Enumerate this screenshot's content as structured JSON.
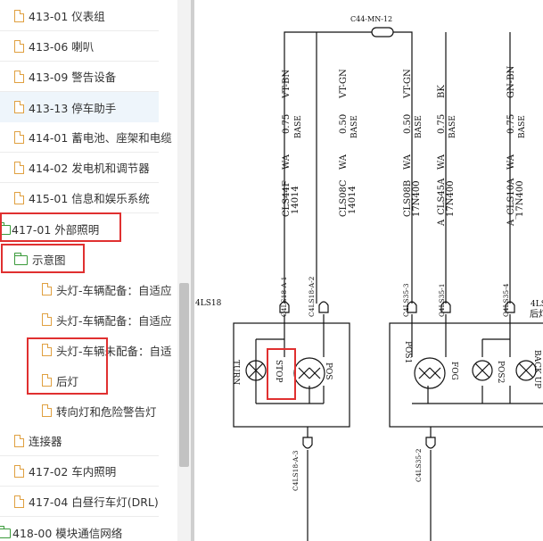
{
  "tree": {
    "items": [
      {
        "label": "413-01 仪表组"
      },
      {
        "label": "413-06 喇叭"
      },
      {
        "label": "413-09 警告设备"
      },
      {
        "label": "413-13 停车助手"
      },
      {
        "label": "414-01 蓄电池、座架和电缆"
      },
      {
        "label": "414-02 发电机和调节器"
      },
      {
        "label": "415-01 信息和娱乐系统"
      },
      {
        "label": "417-01 外部照明"
      },
      {
        "label": "示意图"
      },
      {
        "label": "头灯-车辆配备：自适应"
      },
      {
        "label": "头灯-车辆配备：自适应"
      },
      {
        "label": "头灯-车辆未配备：自适"
      },
      {
        "label": "后灯"
      },
      {
        "label": "转向灯和危险警告灯"
      },
      {
        "label": "连接器"
      },
      {
        "label": "417-02 车内照明"
      },
      {
        "label": "417-04 白昼行车灯(DRL)"
      },
      {
        "label": "418-00 模块通信网络"
      }
    ]
  },
  "diagram": {
    "connector_top": "C44-MN-12",
    "wires": [
      {
        "color": "VT-BN",
        "size": "0.75",
        "type": "WA",
        "base": "BASE",
        "circuit": "CLS44F",
        "code": "14014"
      },
      {
        "color": "VT-GN",
        "size": "0.50",
        "type": "WA",
        "base": "BASE",
        "circuit": "CLS08C",
        "code": "14014"
      },
      {
        "color": "VT-GN",
        "size": "0.50",
        "type": "WA",
        "base": "BASE",
        "circuit": "CLS08B",
        "code": "17N400"
      },
      {
        "color": "BK",
        "size": "0.75",
        "type": "WA",
        "base": "BASE",
        "circuit": "A_CLS45A",
        "code": "17N400"
      },
      {
        "color": "GN-BN",
        "size": "0.75",
        "type": "WA",
        "base": "BASE",
        "circuit": "A_CLS10A",
        "code": "17N400"
      }
    ],
    "pins": [
      "C4LS18-A-1",
      "C4LS18-A-2",
      "C4LS35-3",
      "C4LS35-1",
      "C4LS35-4",
      "C4LS18-A-3",
      "C4LS35-2"
    ],
    "left_component": "4LS18",
    "right_component": "4LS",
    "right_component_cn": "后灯",
    "left_lamps": [
      "TURN",
      "STOP",
      "POS"
    ],
    "right_lamps": [
      "POS1",
      "FOG",
      "POS2",
      "BACK UP"
    ]
  }
}
